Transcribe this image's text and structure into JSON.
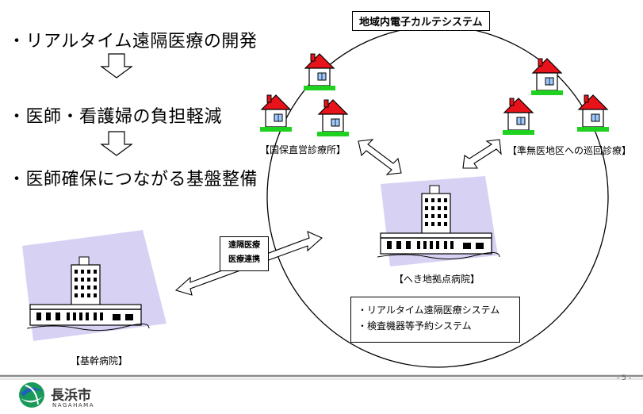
{
  "left_flow": {
    "item1": "・リアルタイム遠隔医療の開発",
    "item2": "・医師・看護婦の負担軽減",
    "item3": "・医師確保につながる基盤整備"
  },
  "system_title": "地域内電子カルテシステム",
  "labels": {
    "clinic": "【国保直営診療所】",
    "rounds": "【準無医地区への巡回診療】",
    "base_hospital": "【へき地拠点病院】",
    "core_hospital": "【基幹病院】"
  },
  "telemed_box": {
    "line1": "遠隔医療",
    "line2": "医療連携"
  },
  "systems_box": {
    "line1": "・リアルタイム遠隔医療システム",
    "line2": "・検査機器等予約システム"
  },
  "footer": {
    "page_number": "- 5 -",
    "logo_kanji": "長浜市",
    "logo_roman": "NAGAHAMA"
  }
}
